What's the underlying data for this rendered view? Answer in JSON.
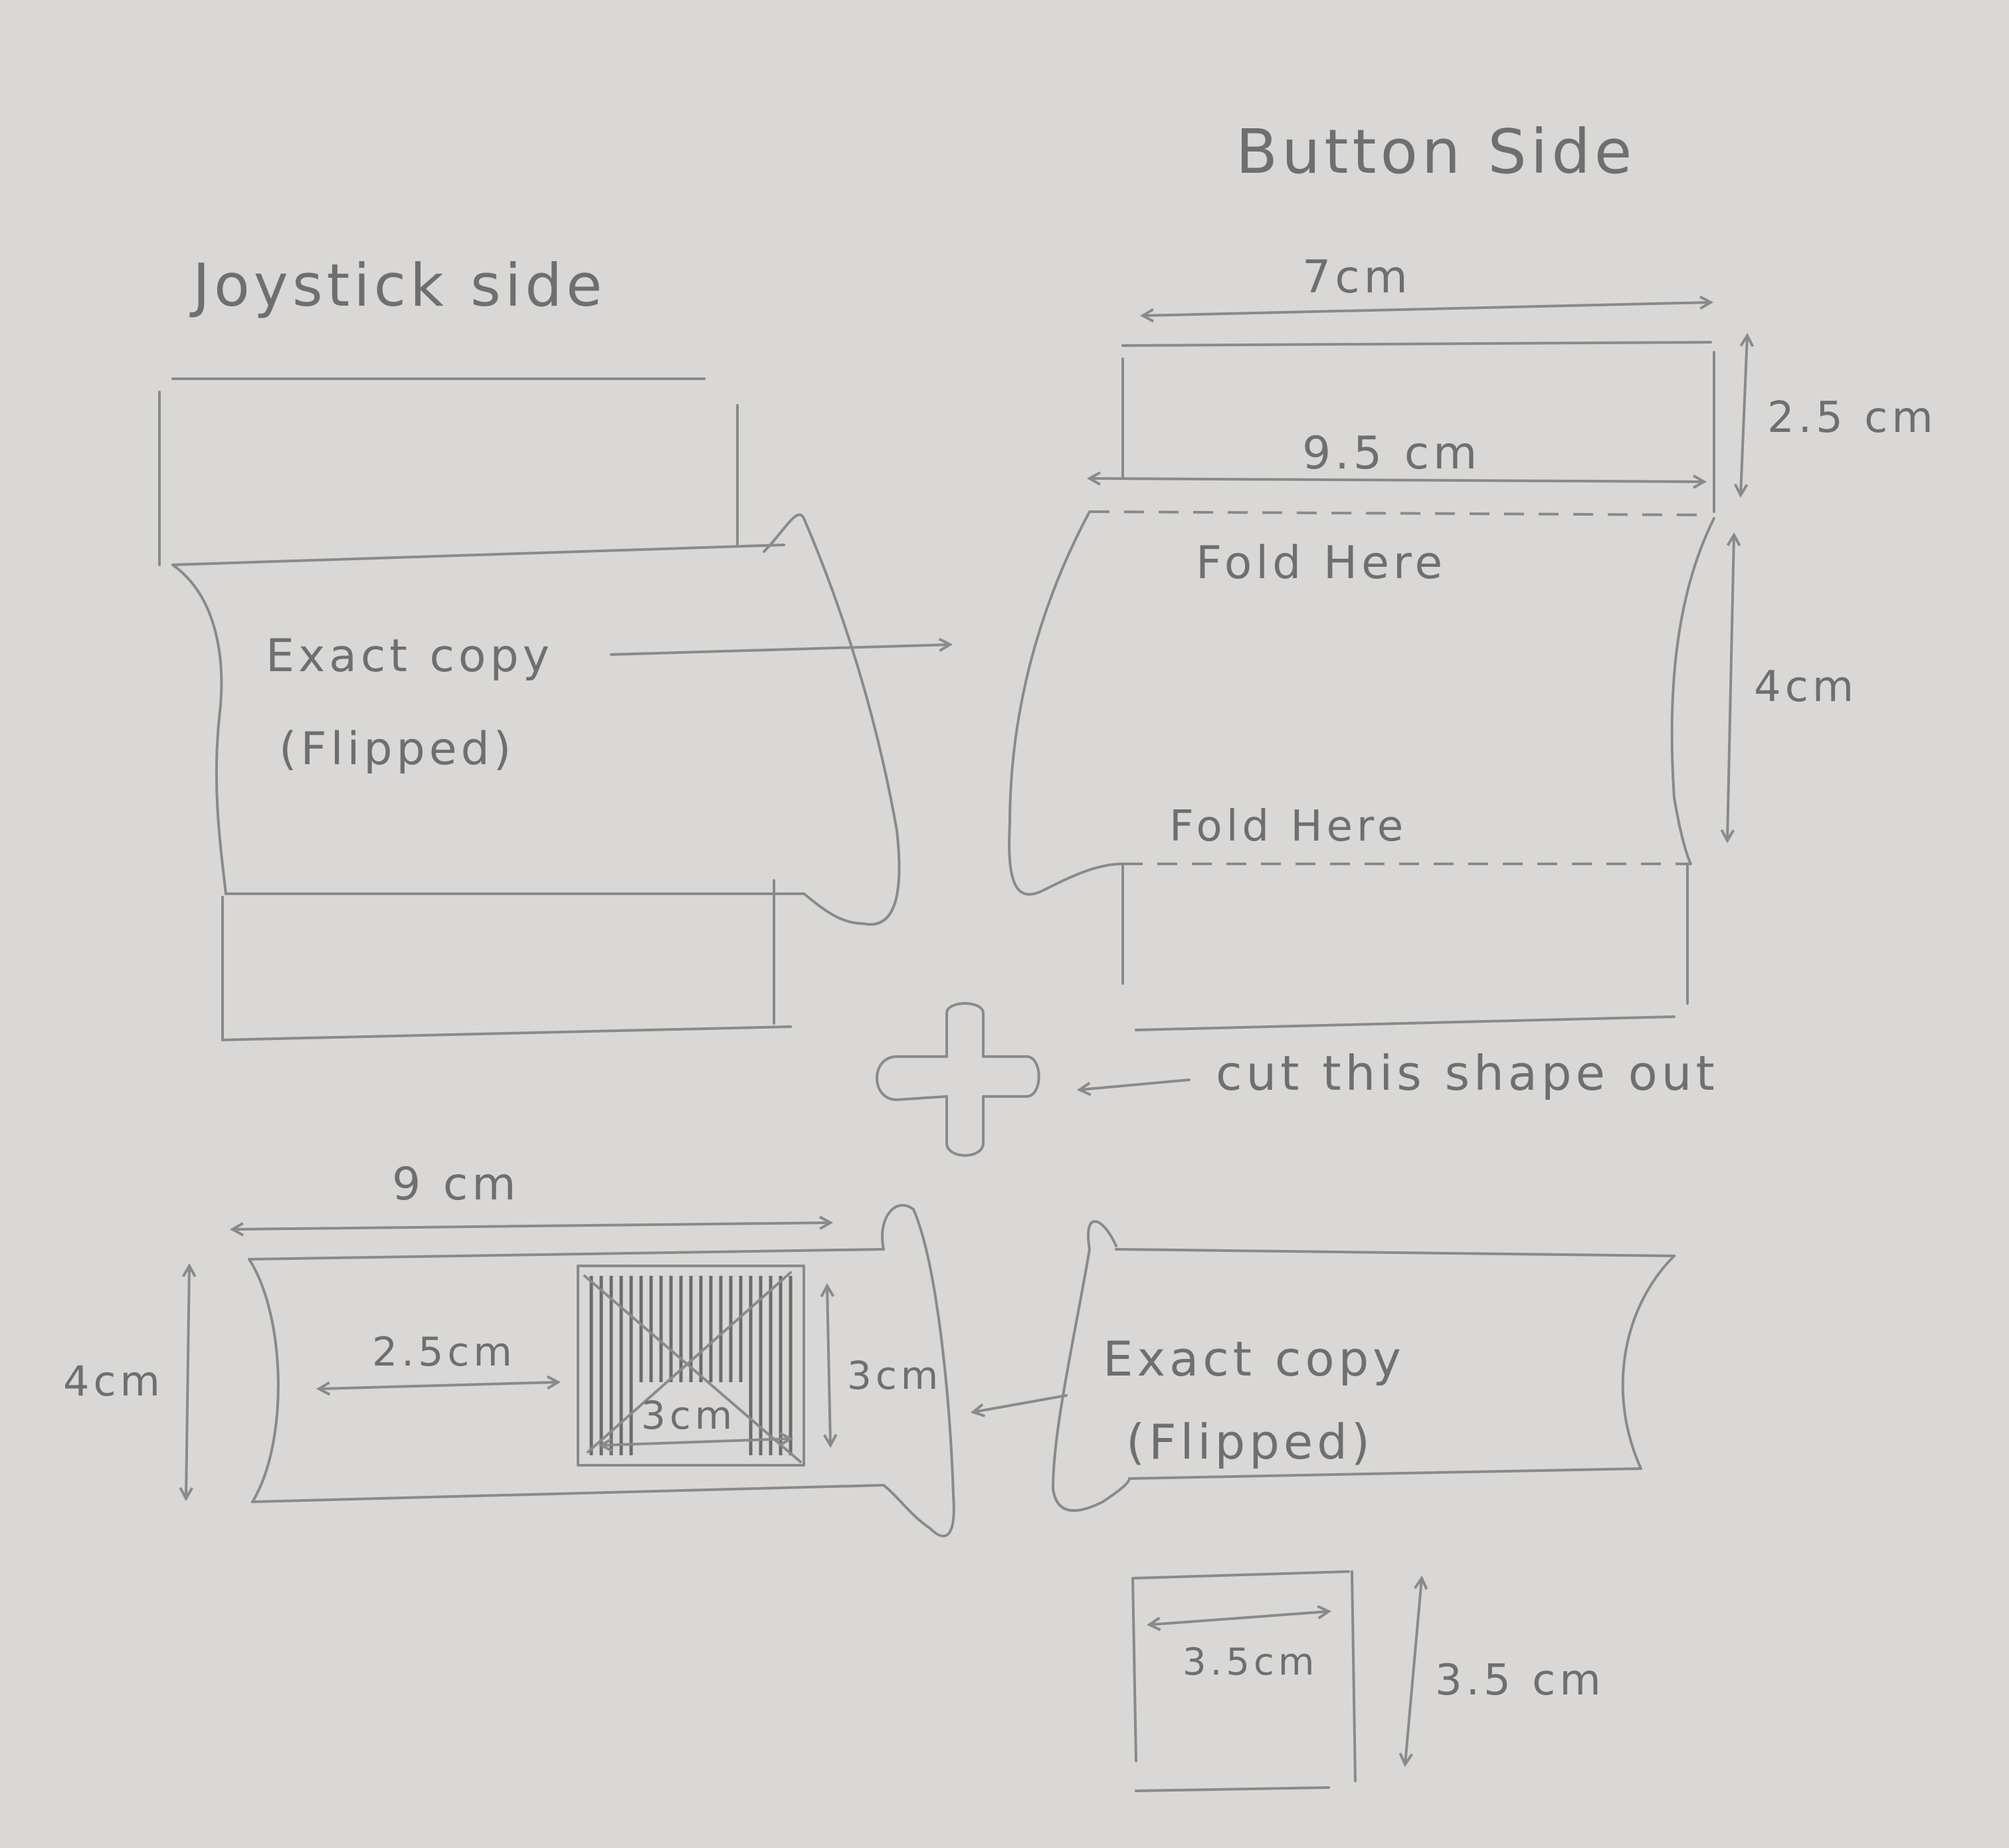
{
  "labels": {
    "button_side": "Button Side",
    "joystick_side": "Joystick side",
    "exact_copy_1": "Exact copy",
    "flipped_1": "(Flipped)",
    "exact_copy_2": "Exact copy",
    "flipped_2": "(Flipped)",
    "fold_here_1": "Fold Here",
    "fold_here_2": "Fold Here",
    "cut_shape": "cut this shape out"
  },
  "dimensions": {
    "width_7": "7cm",
    "width_9_5": "9.5 cm",
    "height_2_5": "2.5 cm",
    "height_4_right": "4cm",
    "width_9": "9 cm",
    "height_4_left": "4cm",
    "offset_2_5": "2.5cm",
    "hole_width_3": "3cm",
    "hole_height_3": "3cm",
    "square_width": "3.5cm",
    "square_height": "3.5 cm"
  },
  "colors": {
    "paper": "#d9d8d6",
    "pencil": "#8a8a8a",
    "shading": "#6b6b6b"
  }
}
